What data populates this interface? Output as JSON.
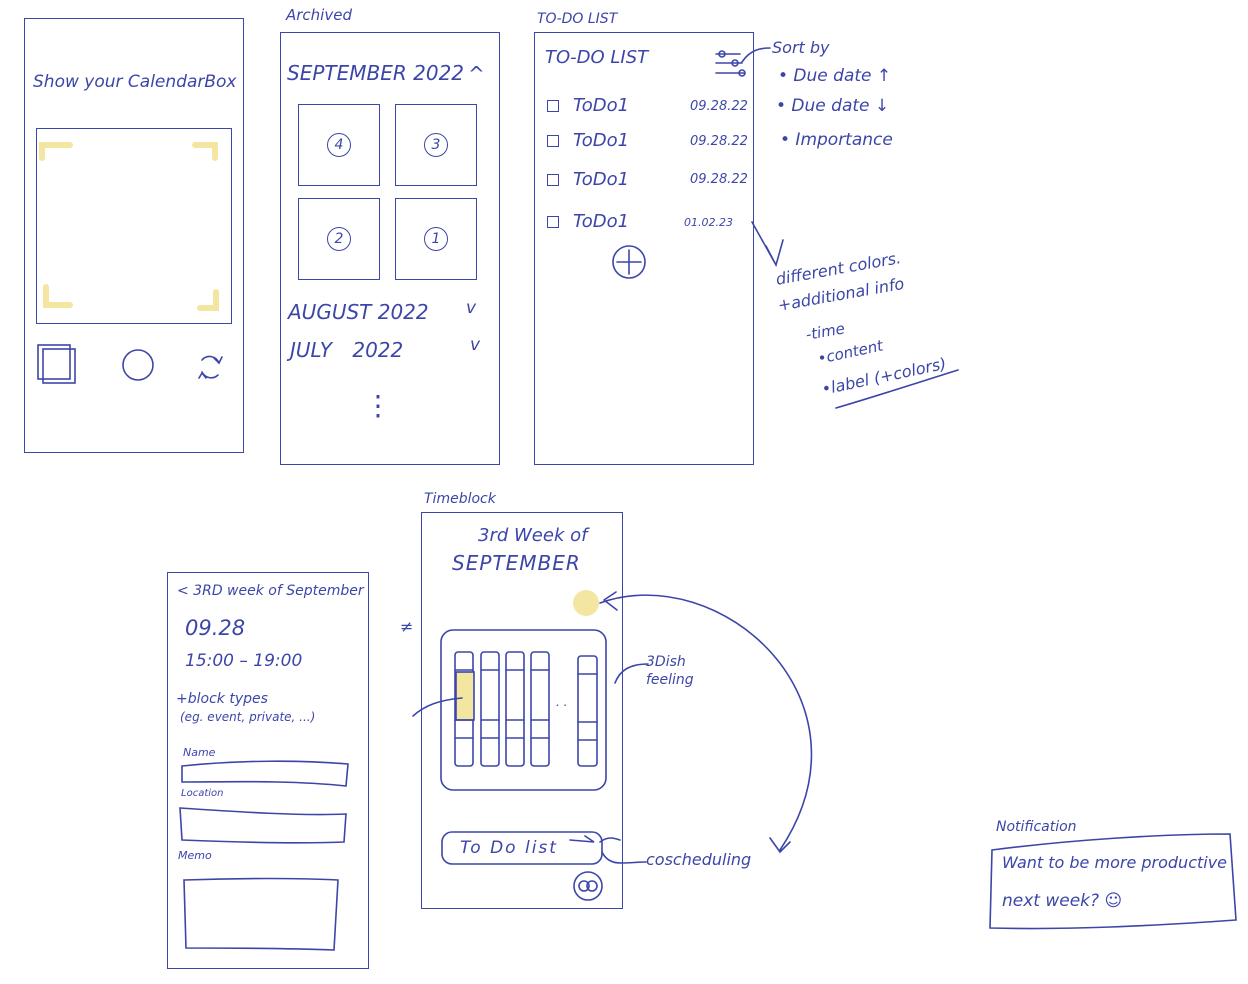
{
  "colors": {
    "ink": "#3c46a8",
    "highlight": "#f3e6a0"
  },
  "camera_screen": {
    "title": "Show your CalendarBox",
    "icons": [
      "gallery-icon",
      "shutter-icon",
      "switch-camera-icon"
    ]
  },
  "archive_screen": {
    "label": "Archived",
    "current_month": "SEPTEMBER 2022",
    "collapse_glyph": "^",
    "week_tiles": [
      "4",
      "3",
      "2",
      "1"
    ],
    "months": [
      {
        "name": "AUGUST 2022",
        "glyph": "v"
      },
      {
        "name": "JULY 2022",
        "glyph": "v"
      }
    ],
    "more": "⋮"
  },
  "todo_screen": {
    "label": "TO-DO LIST",
    "header": "TO-DO LIST",
    "items": [
      {
        "text": "ToDo1",
        "date": "09.28.22"
      },
      {
        "text": "ToDo1",
        "date": "09.28.22"
      },
      {
        "text": "ToDo1",
        "date": "09.28.22"
      },
      {
        "text": "ToDo1",
        "date": "01.02.23"
      }
    ],
    "add": "+"
  },
  "todo_notes": {
    "sort_title": "Sort by",
    "sort_options": [
      "• Due date ↑",
      "• Due date ↓",
      "• Importance"
    ],
    "line1": "different colors.",
    "line2": "+additional info",
    "sub": [
      "-time",
      "•content",
      "•label (+colors)"
    ]
  },
  "detail_screen": {
    "header": "< 3RD week of September",
    "date": "09.28",
    "time": "15:00 – 19:00",
    "block_types": "+block types",
    "block_examples": "(eg. event, private, ...)",
    "fields": [
      "Name",
      "Location",
      "Memo"
    ],
    "neq": "≠"
  },
  "timeblock_screen": {
    "label": "Timeblock",
    "week_line1": "3rd Week of",
    "week_line2": "SEPTEMBER",
    "todo_button": "To Do list",
    "ellipsis": ". ."
  },
  "timeblock_notes": {
    "feeling": "3Dish feeling",
    "coscheduling": "coscheduling"
  },
  "notification": {
    "label": "Notification",
    "line1": "Want to be more productive",
    "line2": "next week? ☺"
  }
}
